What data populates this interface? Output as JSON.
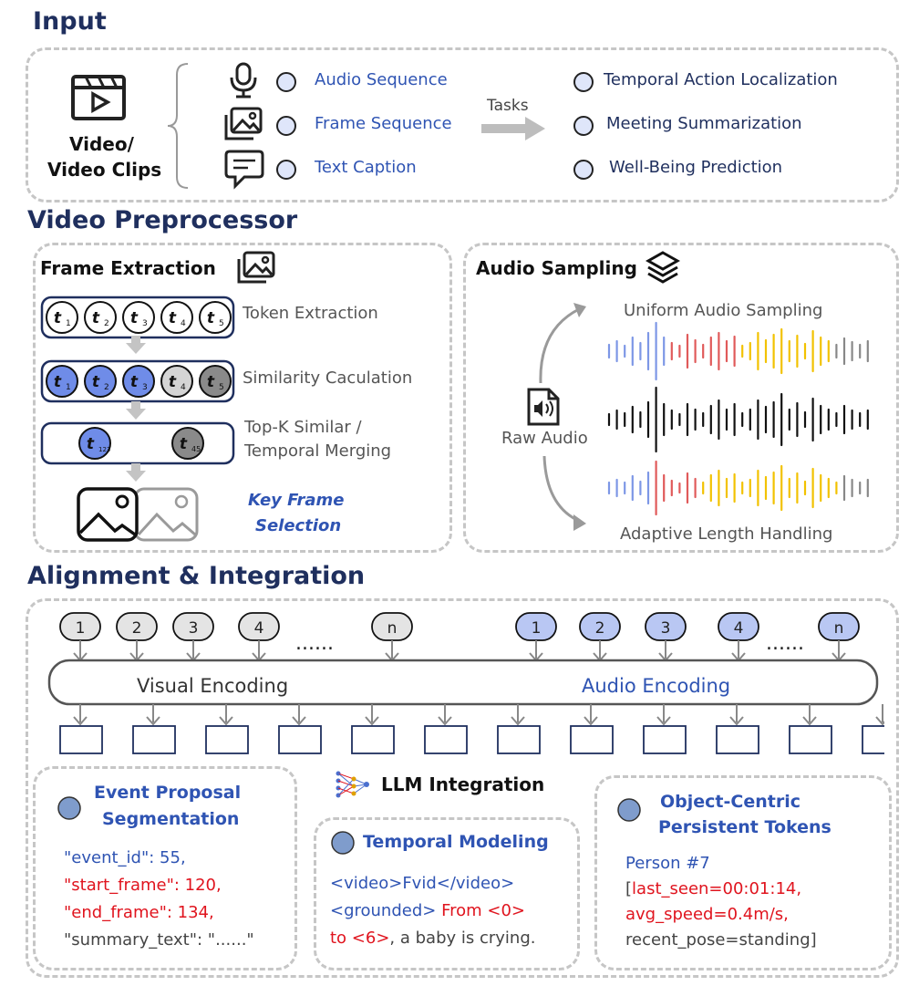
{
  "input": {
    "title": "Input",
    "video_label_line1": "Video/",
    "video_label_line2": "Video Clips",
    "modalities": [
      "Audio Sequence",
      "Frame Sequence",
      "Text Caption"
    ],
    "tasks_label": "Tasks",
    "tasks": [
      "Temporal Action Localization",
      "Meeting Summarization",
      "Well-Being Prediction"
    ]
  },
  "preprocessor": {
    "title": "Video Preprocessor",
    "frame_extraction": "Frame Extraction",
    "token_extraction": "Token Extraction",
    "similarity": "Similarity Caculation",
    "merging_line1": "Top-K Similar /",
    "merging_line2": "Temporal  Merging",
    "key_frame_line1": "Key Frame",
    "key_frame_line2": "Selection",
    "tokens": [
      "t",
      "t",
      "t",
      "t",
      "t"
    ],
    "token_subs": [
      "1",
      "2",
      "3",
      "4",
      "5"
    ],
    "merged_subs": [
      "123",
      "45"
    ],
    "audio_sampling": "Audio Sampling",
    "uniform": "Uniform Audio Sampling",
    "raw_audio": "Raw Audio",
    "adaptive": "Adaptive Length Handling"
  },
  "alignment": {
    "title": "Alignment & Integration",
    "visual_tokens": [
      "1",
      "2",
      "3",
      "4",
      "n"
    ],
    "audio_tokens": [
      "1",
      "2",
      "3",
      "4",
      "n"
    ],
    "ellipsis": "......",
    "visual_encoding": "Visual Encoding",
    "audio_encoding": "Audio Encoding",
    "llm_integration": "LLM Integration",
    "event": {
      "title_line1": "Event Proposal",
      "title_line2": "Segmentation",
      "line1": "\"event_id\": 55,",
      "line2": "\"start_frame\": 120,",
      "line3": "\"end_frame\": 134,",
      "line4": "\"summary_text\": \"......\""
    },
    "temporal": {
      "title": "Temporal Modeling",
      "line1": "<video>Fvid</video>",
      "line2a": "<grounded>",
      "line2b": " From <0>",
      "line3a": "to <6>",
      "line3b": ", a baby is crying."
    },
    "object": {
      "title_line1": "Object-Centric",
      "title_line2": "Persistent Tokens",
      "line1": "Person #7",
      "line2a": "[",
      "line2b": "last_seen=00:01:14,",
      "line3": "avg_speed=0.4m/s,",
      "line4": "recent_pose=standing]"
    }
  },
  "colors": {
    "title_blue": "#1f2f5e",
    "accent_blue": "#2f54b3",
    "red": "#e0141e",
    "token_blue": "#c8d4f5",
    "token_dark": "#5f78d6",
    "yellow": "#f2c200",
    "wave_red": "#e05a5a",
    "wave_blue": "#7d97e6"
  }
}
